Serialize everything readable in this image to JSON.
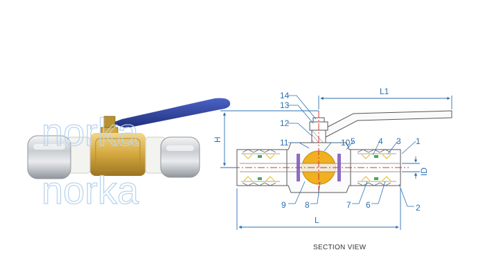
{
  "watermark": {
    "text": "norka"
  },
  "caption": "SECTION VIEW",
  "dimensions": {
    "overall_length": "L",
    "handle_length": "L1",
    "height": "H",
    "inner_diameter": "ID"
  },
  "part_numbers": [
    "1",
    "2",
    "3",
    "4",
    "5",
    "6",
    "7",
    "8",
    "9",
    "10",
    "11",
    "12",
    "13",
    "14"
  ],
  "colors": {
    "handle": "#2c3e8f",
    "brass": "#d8b04a",
    "ball": "#f0b020",
    "seal": "#8e6bc7",
    "callout": "#2a6fb0",
    "centerline": "#d83030"
  }
}
